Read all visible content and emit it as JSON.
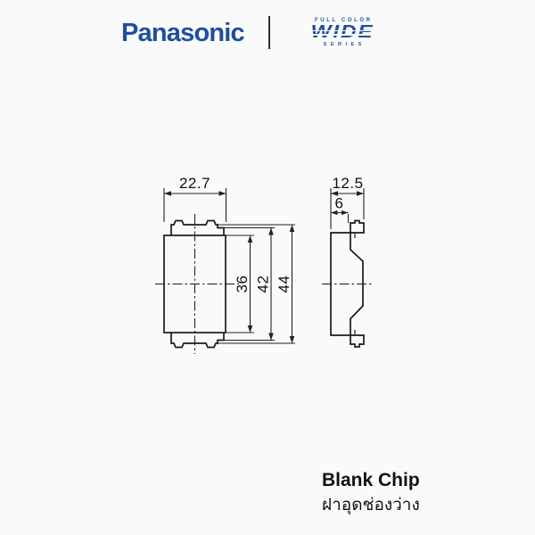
{
  "header": {
    "brand": "Panasonic",
    "series_logo": {
      "top": "FULL COLOR",
      "main": "WIDE",
      "bottom": "SERIES"
    }
  },
  "drawing": {
    "front_view": {
      "width_mm": "22.7",
      "inner_height_mm": "36",
      "body_height_mm": "42",
      "overall_height_mm": "44"
    },
    "side_view": {
      "overall_depth_mm": "12.5",
      "base_depth_mm": "6"
    }
  },
  "product": {
    "name_en": "Blank Chip",
    "name_th": "ฝาอุดช่องว่าง"
  },
  "colors": {
    "brand_blue": "#1e4f9e",
    "line": "#1a1a1a",
    "background": "#fafafa",
    "text": "#111111"
  }
}
